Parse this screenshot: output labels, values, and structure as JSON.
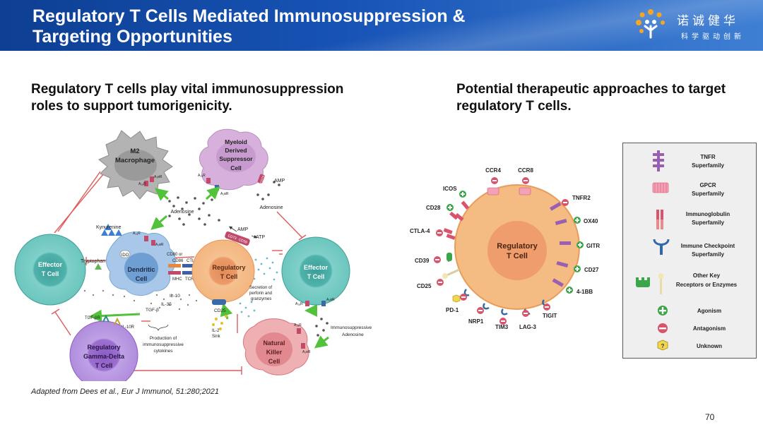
{
  "header": {
    "title_line1": "Regulatory T Cells Mediated Immunosuppression &",
    "title_line2": "Targeting Opportunities",
    "logo_name": "诺诚健华",
    "logo_tagline": "科学驱动创新"
  },
  "left_heading": {
    "line1": "Regulatory T cells play vital immunosuppression",
    "line2": "roles to support tumorigenicity."
  },
  "right_heading": {
    "line1": "Potential therapeutic approaches to target",
    "line2": "regulatory T cells."
  },
  "left_diagram": {
    "m2_line1": "M2",
    "m2_line2": "Macrophage",
    "mdsc_line1": "Myeloid",
    "mdsc_line2": "Derived",
    "mdsc_line3": "Suppressor",
    "mdsc_line4": "Cell",
    "effector": "Effector",
    "t_cell": "T Cell",
    "dendritic_line1": "Dendritic",
    "dendritic_line2": "Cell",
    "treg_line1": "Regulatory",
    "treg_line2": "T Cell",
    "nk_line1": "Natural",
    "nk_line2": "Killer",
    "nk_line3": "Cell",
    "gd_line1": "Regulatory",
    "gd_line2": "Gamma-Delta",
    "gd_line3": "T Cell",
    "a2ar": "A₂ₐR",
    "a2br": "A₂ʙR",
    "adenosine": "Adenosine",
    "amp": "AMP",
    "atp": "ATP",
    "cd73": "CD73",
    "cd39": "CD39",
    "kynurenine": "Kynurenine",
    "tryptophan": "Tryptophan",
    "ido": "IDO",
    "cd80_line1": "CD80 or",
    "cd80_line2": "CD86",
    "ctla4": "CTLA-4",
    "mhc": "MHC",
    "tcr": "TCR",
    "il10": "IL-10",
    "il35": "IL-35",
    "tgfb": "TGF-β",
    "tgfbr": "TGF-βR",
    "il10r": "IL-10R",
    "cd25": "CD25",
    "il2_line1": "IL-2",
    "il2_line2": "Sink",
    "secretion_line1": "Secretion of",
    "secretion_line2": "perforin and",
    "secretion_line3": "granzymes",
    "production_line1": "Production of",
    "production_line2": "immunosuppressive",
    "production_line3": "cytokines",
    "immuno_aden_line1": "Immunosuppressive",
    "immuno_aden_line2": "Adenosine"
  },
  "right_diagram": {
    "center_line1": "Regulatory",
    "center_line2": "T Cell",
    "receptors": {
      "ccr4": "CCR4",
      "ccr8": "CCR8",
      "icos": "ICOS",
      "cd28": "CD28",
      "ctla4": "CTLA-4",
      "cd39": "CD39",
      "cd25": "CD25",
      "pd1": "PD-1",
      "nrp1": "NRP1",
      "tim3": "TIM3",
      "lag3": "LAG-3",
      "tigit": "TIGIT",
      "tnfr2": "TNFR2",
      "ox40": "OX40",
      "gitr": "GITR",
      "cd27": "CD27",
      "_41bb": "4-1BB"
    }
  },
  "legend": {
    "tnfr_line1": "TNFR",
    "tnfr_line2": "Superfamily",
    "gpcr_line1": "GPCR",
    "gpcr_line2": "Superfamily",
    "ig_line1": "Immunoglobulin",
    "ig_line2": "Superfamily",
    "ic_line1": "Immune Checkpoint",
    "ic_line2": "Superfamily",
    "other_line1": "Other Key",
    "other_line2": "Receptors or Enzymes",
    "agonism": "Agonism",
    "antagonism": "Antagonism",
    "unknown": "Unknown",
    "unknown_symbol": "?"
  },
  "citation": "Adapted from Dees et al., Eur J Immunol, 51:280;2021",
  "page_number": "70",
  "colors": {
    "header_blue": "#1753b5",
    "treg_orange": "#f3b67f",
    "effector_teal": "#5cc0b8",
    "gamma_delta_purple": "#a77fd6",
    "nk_pink": "#e8a3a8",
    "dendritic_blue": "#8fb6e0",
    "agonism_green": "#3aa648",
    "antagonism_red": "#d9536b",
    "unknown_yellow": "#f2d64b"
  }
}
